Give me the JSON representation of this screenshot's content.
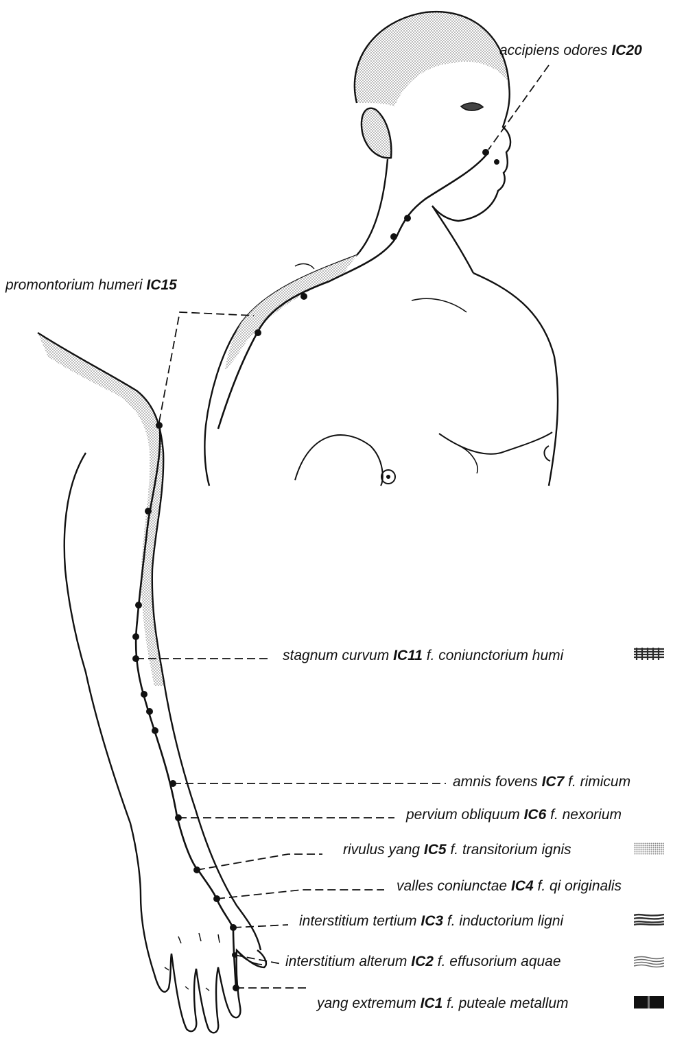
{
  "diagram": {
    "meridian_color": "#111111",
    "skin_shade_color": "#9a9a9a",
    "background_color": "#ffffff"
  },
  "points": [
    {
      "id": "ic20",
      "name": "accipiens odores",
      "code": "IC20",
      "function": "",
      "swatch": ""
    },
    {
      "id": "ic15",
      "name": "promontorium humeri",
      "code": "IC15",
      "function": "",
      "swatch": ""
    },
    {
      "id": "ic11",
      "name": "stagnum curvum",
      "code": "IC11",
      "function": "f. coniunctorium humi",
      "swatch": "earth-hatch"
    },
    {
      "id": "ic7",
      "name": "amnis fovens",
      "code": "IC7",
      "function": "f. rimicum",
      "swatch": ""
    },
    {
      "id": "ic6",
      "name": "pervium obliquum",
      "code": "IC6",
      "function": "f. nexorium",
      "swatch": ""
    },
    {
      "id": "ic5",
      "name": "rivulus yang",
      "code": "IC5",
      "function": "f. transitorium ignis",
      "swatch": "fire-dots"
    },
    {
      "id": "ic4",
      "name": "valles coniunctae",
      "code": "IC4",
      "function": "f. qi originalis",
      "swatch": ""
    },
    {
      "id": "ic3",
      "name": "interstitium tertium",
      "code": "IC3",
      "function": "f. inductorium ligni",
      "swatch": "wood-stripes"
    },
    {
      "id": "ic2",
      "name": "interstitium alterum",
      "code": "IC2",
      "function": "f. effusorium aquae",
      "swatch": "water-waves"
    },
    {
      "id": "ic1",
      "name": "yang extremum",
      "code": "IC1",
      "function": "f. puteale metallum",
      "swatch": "metal-solid"
    }
  ],
  "swatch_colors": {
    "earth-hatch": "#2a2a2a",
    "fire-dots": "#9c9c9c",
    "wood-stripes": "#3a3a3a",
    "water-waves": "#6e6e6e",
    "metal-solid": "#111111"
  }
}
